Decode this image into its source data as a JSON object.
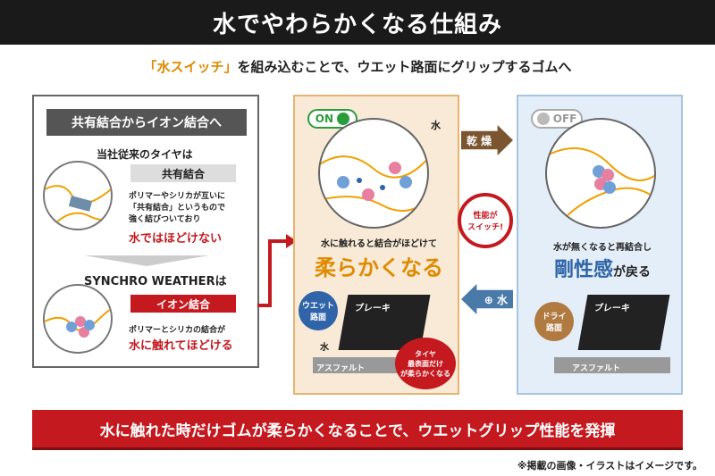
{
  "header": {
    "title": "水でやわらかくなる仕組み"
  },
  "subtitle": {
    "accent": "「水スイッチ」",
    "rest": "を組み込むことで、ウエット路面にグリップするゴムへ"
  },
  "left": {
    "heading": "共有結合からイオン結合へ",
    "conventional_label": "当社従来のタイヤは",
    "covalent_tag": "共有結合",
    "covalent_desc_1": "ポリマーやシリカが互いに",
    "covalent_desc_2": "「共有結合」というもので",
    "covalent_desc_3": "強く結びついており",
    "covalent_emph": "水ではほどけない",
    "synchro_label": "SYNCHRO WEATHERは",
    "ionic_tag": "イオン結合",
    "ionic_desc": "ポリマーとシリカの結合が",
    "ionic_emph": "水に触れてほどける"
  },
  "center": {
    "on_label": "ON",
    "water_label": "水",
    "desc": "水に触れると結合がほどけて",
    "big": "柔らかくなる",
    "wet_road": [
      "ウエット",
      "路面"
    ],
    "brake": "ブレーキ",
    "water_small": "水",
    "asphalt": "アスファルト",
    "surface_note": [
      "タイヤ",
      "最表面だけ",
      "が柔らかくなる"
    ]
  },
  "arrows": {
    "dry": "乾 燥",
    "plus_water": "⊕ 水",
    "switch": [
      "性能が",
      "スイッチ!"
    ]
  },
  "right": {
    "off_label": "OFF",
    "desc": "水が無くなると再結合し",
    "big_a": "剛性感",
    "big_b": "が戻る",
    "dry_road": [
      "ドライ",
      "路面"
    ],
    "brake": "ブレーキ",
    "asphalt": "アスファルト"
  },
  "banner": {
    "text": "水に触れた時だけゴムが柔らかくなることで、ウエットグリップ性能を発揮"
  },
  "footnote": "※掲載の画像・イラストはイメージです。",
  "colors": {
    "red": "#c3191f",
    "orange": "#e08a00",
    "blue": "#2f64a8",
    "dark": "#1a1a1a"
  }
}
